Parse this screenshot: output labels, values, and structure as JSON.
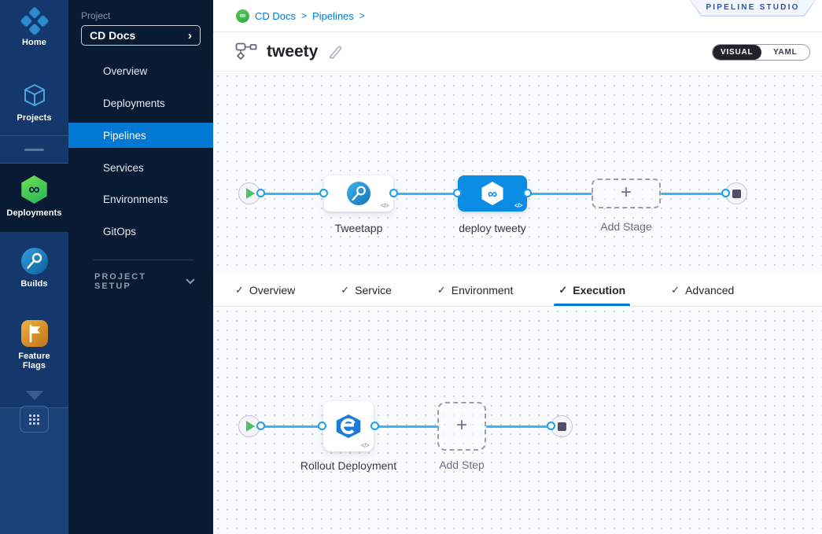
{
  "colors": {
    "primary": "#0278D5",
    "node_selected": "#0B8CE4",
    "wire": "#3CB4F4",
    "rail_bg": "#14386B",
    "sidebar_bg": "#081B33",
    "cd_green": "#42C94C",
    "ff_amber": "#E0A238"
  },
  "icons": {
    "infinity": "∞",
    "check": "✓",
    "chevron_right": "›",
    "crumb_sep": ">",
    "plus": "+",
    "code": "</>"
  },
  "rail": {
    "modules": [
      {
        "label": "Home"
      },
      {
        "label": "Projects"
      },
      {
        "label": "Deployments"
      },
      {
        "label": "Builds"
      },
      {
        "label": "Feature Flags"
      }
    ]
  },
  "sidebar": {
    "project_label": "Project",
    "project_name": "CD Docs",
    "items": [
      {
        "label": "Overview"
      },
      {
        "label": "Deployments"
      },
      {
        "label": "Pipelines"
      },
      {
        "label": "Services"
      },
      {
        "label": "Environments"
      },
      {
        "label": "GitOps"
      }
    ],
    "selected_item": "Pipelines",
    "setup_label": "PROJECT SETUP"
  },
  "header": {
    "breadcrumb": [
      {
        "label": "CD Docs"
      },
      {
        "label": "Pipelines"
      }
    ],
    "studio_badge": "PIPELINE STUDIO",
    "pipeline_name": "tweety",
    "toggle": {
      "visual": "VISUAL",
      "yaml": "YAML"
    }
  },
  "stage_canvas": {
    "stages": [
      {
        "name": "Tweetapp",
        "type": "ci-build-stage",
        "selected": false
      },
      {
        "name": "deploy tweety",
        "type": "cd-deploy-stage",
        "selected": true
      }
    ],
    "add_stage_label": "Add Stage"
  },
  "tabs": [
    {
      "label": "Overview",
      "checked": true
    },
    {
      "label": "Service",
      "checked": true
    },
    {
      "label": "Environment",
      "checked": true
    },
    {
      "label": "Execution",
      "checked": true,
      "active": true
    },
    {
      "label": "Advanced",
      "checked": true
    }
  ],
  "execution_canvas": {
    "steps": [
      {
        "name": "Rollout Deployment",
        "type": "k8s-rolling-deploy"
      }
    ],
    "add_step_label": "Add Step"
  }
}
